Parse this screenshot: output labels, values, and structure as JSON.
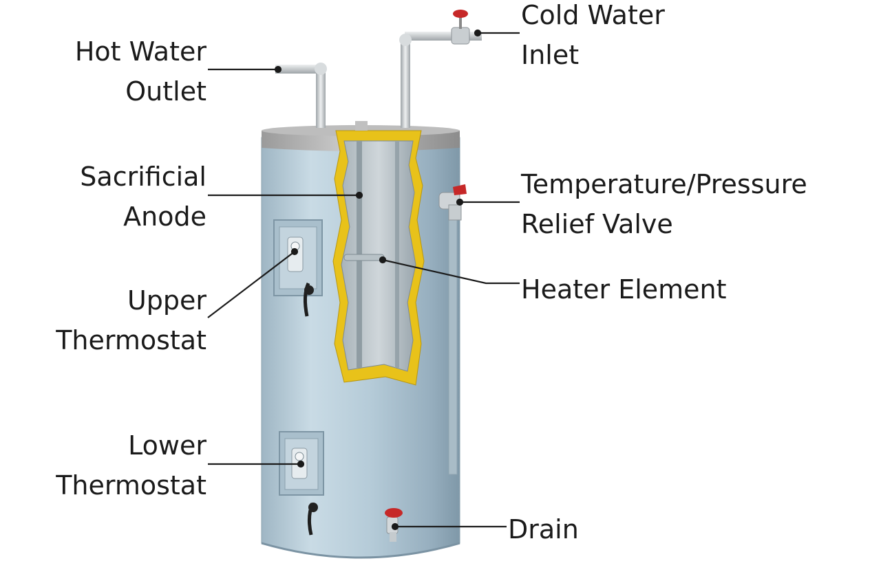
{
  "labels": {
    "hot_water_outlet": [
      "Hot Water",
      "Outlet"
    ],
    "cold_water_inlet": [
      "Cold Water",
      "Inlet"
    ],
    "sacrificial_anode": [
      "Sacrificial",
      "Anode"
    ],
    "relief_valve": [
      "Temperature/Pressure",
      "Relief Valve"
    ],
    "heater_element": [
      "Heater Element"
    ],
    "upper_thermostat": [
      "Upper",
      "Thermostat"
    ],
    "lower_thermostat": [
      "Lower",
      "Thermostat"
    ],
    "drain": [
      "Drain"
    ]
  },
  "colors": {
    "tank_body": "#b8cdd8",
    "tank_top": "#a8a8a8",
    "insulation": "#e8c21a",
    "pipe": "#d0d4d6",
    "valve_handle": "#c62828",
    "leader_line": "#1a1a1a"
  }
}
